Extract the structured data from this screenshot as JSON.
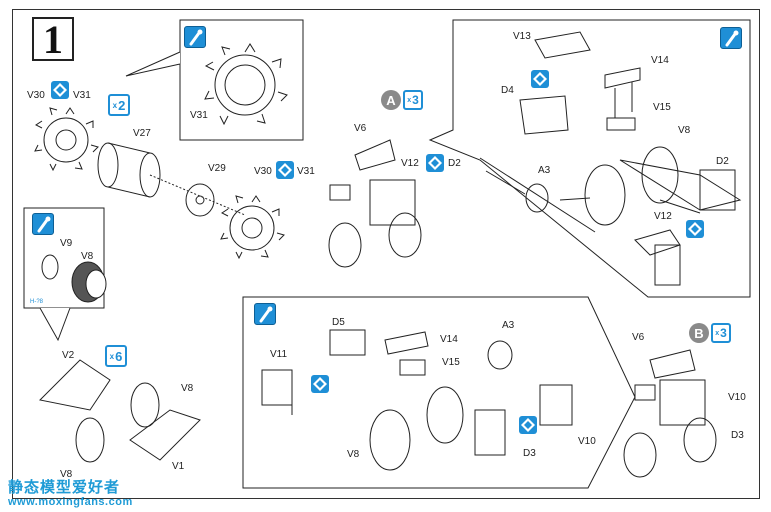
{
  "step": {
    "number": "1"
  },
  "subassemblies": {
    "a": {
      "letter": "A",
      "repeat": "3"
    },
    "b": {
      "letter": "B",
      "repeat": "3"
    }
  },
  "repeats": {
    "sprocket": "2",
    "road_wheel": "6"
  },
  "labels": {
    "v30_left": "V30",
    "v31_left": "V31",
    "v27": "V27",
    "v29": "V29",
    "v30_right": "V30",
    "v31_right": "V31",
    "v31_callout": "V31",
    "v9": "V9",
    "v8_small": "V8",
    "v2": "V2",
    "v8_wheel": "V8",
    "v1": "V1",
    "v8_bottom": "V8",
    "v6_a": "V6",
    "v12_a": "V12",
    "d2_a": "D2",
    "v13": "V13",
    "d4": "D4",
    "v14_top": "V14",
    "v15_top": "V15",
    "a3_top": "A3",
    "v8_top": "V8",
    "d2_top": "D2",
    "v12_top": "V12",
    "d5": "D5",
    "v11": "V11",
    "v14_mid": "V14",
    "v15_mid": "V15",
    "a3_mid": "A3",
    "v8_mid": "V8",
    "d3_mid": "D3",
    "v10_mid": "V10",
    "v6_b": "V6",
    "v10_b": "V10",
    "d3_b": "D3"
  },
  "tiny_tag": "H-?8",
  "watermark": {
    "title": "静态模型爱好者",
    "url": "www.moxingfans.com"
  },
  "colors": {
    "accent": "#1f8fd6",
    "badge_gray": "#8a8a8a",
    "ink": "#222222",
    "watermark": "#1f9bd6"
  },
  "icons": [
    "glue-icon",
    "option-part-icon",
    "repeat-count-badge"
  ]
}
